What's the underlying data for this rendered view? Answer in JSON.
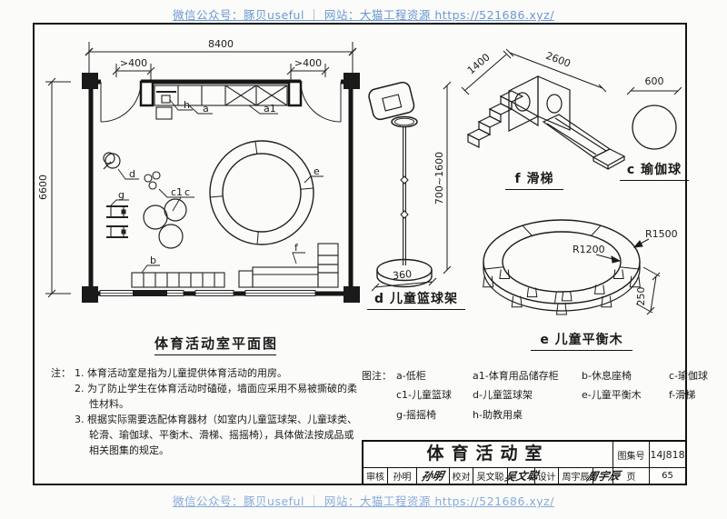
{
  "watermark": {
    "text": "微信公众号：豚贝useful ｜ 网站：大猫工程资源 https://521686.xyz/"
  },
  "plan": {
    "caption": "体育活动室平面图",
    "dims": {
      "width_total": "8400",
      "left_clear": ">400",
      "right_clear": ">400",
      "depth_total": "6600"
    },
    "labels": {
      "h": "h",
      "a": "a",
      "a1": "a1",
      "d": "d",
      "c1": "c1",
      "g": "g",
      "c": "c",
      "e": "e",
      "b": "b",
      "f": "f"
    }
  },
  "notes": {
    "prefix": "注：",
    "items": [
      "1. 体育活动室是指为儿童提供体育活动的用房。",
      "2. 为了防止学生在体育活动时磕碰，墙面应采用不易被撕破的柔性材料。",
      "3. 根据实际需要选配体育器材（如室内儿童篮球架、儿童球类、轮滑、瑜伽球、平衡木、滑梯、摇摇椅），具体做法按成品或相关图集的规定。"
    ]
  },
  "legend": {
    "prefix": "图注：",
    "items": [
      "a-低柜",
      "a1-体育用品储存柜",
      "b-休息座椅",
      "c-瑜伽球",
      "c1-儿童篮球",
      "d-儿童篮球架",
      "e-儿童平衡木",
      "f-滑梯",
      "g-摇摇椅",
      "h-助教用桌"
    ]
  },
  "equipment": {
    "basketball": {
      "caption": "d 儿童篮球架",
      "height_dim": "700~1600",
      "base_dim": "360"
    },
    "slide": {
      "caption": "f 滑梯",
      "dim_left": "1400",
      "dim_right": "2600"
    },
    "yoga_ball": {
      "caption": "c 瑜伽球",
      "dim": "600"
    },
    "balance_beam": {
      "caption": "e 儿童平衡木",
      "outer_radius": "R1500",
      "inner_radius": "R1200",
      "height_dim": "250"
    }
  },
  "title_block": {
    "title": "体育活动室",
    "atlas_label": "图集号",
    "atlas_number": "14J818",
    "page_label": "页",
    "page_number": "65",
    "reviewer_label": "审核",
    "reviewer": "孙明",
    "reviewer_signature": "孙明",
    "proofreader_label": "校对",
    "proofreader": "吴文聪",
    "proofreader_signature": "吴文聪",
    "designer_label": "设计",
    "designer": "周宇辰",
    "designer_signature": "周宇辰"
  }
}
